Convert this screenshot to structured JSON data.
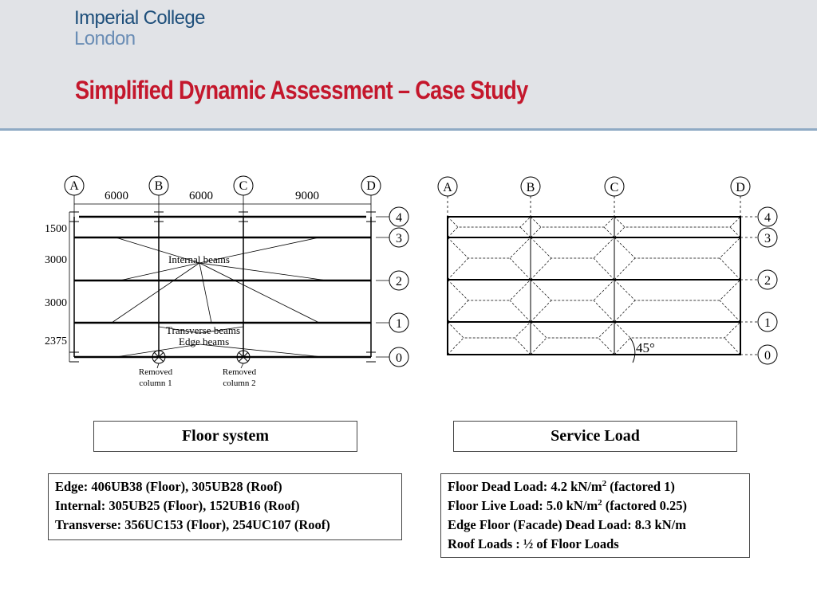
{
  "header": {
    "logo_line1": "Imperial College",
    "logo_line2": "London",
    "title": "Simplified Dynamic Assessment – Case Study"
  },
  "left_diagram": {
    "grid_letters": [
      "A",
      "B",
      "C",
      "D"
    ],
    "bay_widths": [
      "6000",
      "6000",
      "9000"
    ],
    "grid_numbers": [
      "4",
      "3",
      "2",
      "1",
      "0"
    ],
    "bay_depths": [
      "1500",
      "3000",
      "3000",
      "2375"
    ],
    "annotations": {
      "internal_beams": "Internal beams",
      "transverse_beams": "Transverse beams",
      "edge_beams": "Edge beams",
      "removed_col1_line1": "Removed",
      "removed_col1_line2": "column 1",
      "removed_col2_line1": "Removed",
      "removed_col2_line2": "column 2"
    }
  },
  "right_diagram": {
    "grid_letters": [
      "A",
      "B",
      "C",
      "D"
    ],
    "grid_numbers": [
      "4",
      "3",
      "2",
      "1",
      "0"
    ],
    "angle": "45°"
  },
  "labels": {
    "floor_system": "Floor system",
    "service_load": "Service Load"
  },
  "sections_box": {
    "edge": "Edge: 406UB38 (Floor), 305UB28 (Roof)",
    "internal": "Internal: 305UB25 (Floor), 152UB16 (Roof)",
    "transverse": "Transverse: 356UC153 (Floor), 254UC107 (Roof)"
  },
  "loads_box": {
    "dead_pre": "Floor Dead Load: 4.2 kN/m",
    "dead_sup": "2",
    "dead_post": " (factored 1)",
    "live_pre": "Floor Live Load: 5.0 kN/m",
    "live_sup": "2",
    "live_post": " (factored 0.25)",
    "edge": "Edge Floor (Facade) Dead Load: 8.3 kN/m",
    "roof": "Roof Loads : ½ of Floor Loads"
  }
}
